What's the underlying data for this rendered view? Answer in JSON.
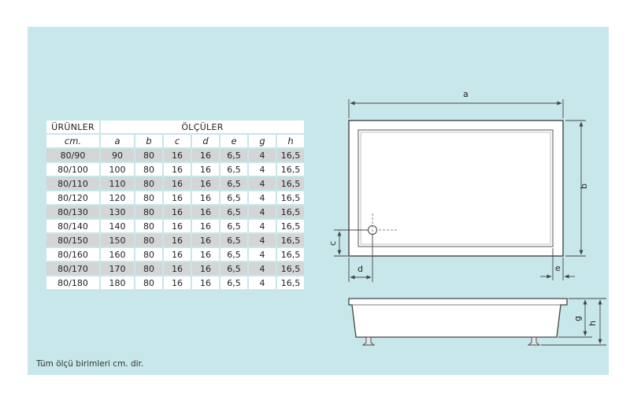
{
  "table": {
    "header_left": "ÜRÜNLER",
    "header_right": "ÖLÇÜLER",
    "subheaders": [
      "cm.",
      "a",
      "b",
      "c",
      "d",
      "e",
      "g",
      "h"
    ],
    "rows": [
      [
        "80/90",
        "90",
        "80",
        "16",
        "16",
        "6,5",
        "4",
        "16,5"
      ],
      [
        "80/100",
        "100",
        "80",
        "16",
        "16",
        "6,5",
        "4",
        "16,5"
      ],
      [
        "80/110",
        "110",
        "80",
        "16",
        "16",
        "6,5",
        "4",
        "16,5"
      ],
      [
        "80/120",
        "120",
        "80",
        "16",
        "16",
        "6,5",
        "4",
        "16,5"
      ],
      [
        "80/130",
        "130",
        "80",
        "16",
        "16",
        "6,5",
        "4",
        "16,5"
      ],
      [
        "80/140",
        "140",
        "80",
        "16",
        "16",
        "6,5",
        "4",
        "16,5"
      ],
      [
        "80/150",
        "150",
        "80",
        "16",
        "16",
        "6,5",
        "4",
        "16,5"
      ],
      [
        "80/160",
        "160",
        "80",
        "16",
        "16",
        "6,5",
        "4",
        "16,5"
      ],
      [
        "80/170",
        "170",
        "80",
        "16",
        "16",
        "6,5",
        "4",
        "16,5"
      ],
      [
        "80/180",
        "180",
        "80",
        "16",
        "16",
        "6,5",
        "4",
        "16,5"
      ]
    ]
  },
  "diagram": {
    "label_a": "a",
    "label_b": "b",
    "label_c": "c",
    "label_d": "d",
    "label_e": "e",
    "label_g": "g",
    "label_h": "h"
  },
  "footnote": "Tüm ölçü birimleri cm. dir.",
  "colors": {
    "panel_bg": "#c8e7ea",
    "row_shade": "#d3d5d6",
    "line": "#444444"
  }
}
